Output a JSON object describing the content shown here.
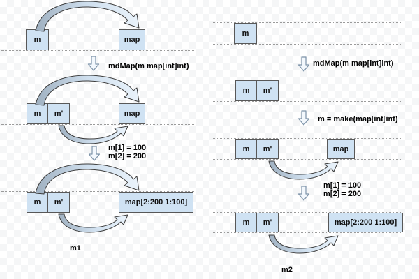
{
  "colors": {
    "box_fill": "#cfe2f3",
    "box_border": "#585858",
    "arrow_gradient_start": "#9fb0c0",
    "arrow_gradient_end": "#eaf3fb",
    "arrow_outline": "#3c3c3c",
    "block_arrow_fill": "#f3f8fd",
    "block_arrow_border": "#7d93a9",
    "dotted_line": "#9b9b9b",
    "checker_gray": "#f5f6f7"
  },
  "left": {
    "caption": "m1",
    "row1_m": "m",
    "row1_map": "map",
    "step1": "mdMap(m map[int]int)",
    "row2_m": "m",
    "row2_mp": "m'",
    "row2_map": "map",
    "assign1": "m[1] = 100",
    "assign2": "m[2] = 200",
    "row3_m": "m",
    "row3_mp": "m'",
    "row3_map": "map[2:200 1:100]"
  },
  "right": {
    "caption": "m2",
    "row1_m": "m",
    "step1": "mdMap(m map[int]int)",
    "row2_m": "m",
    "row2_mp": "m'",
    "step2": "m = make(map[int]int)",
    "row3_m": "m",
    "row3_mp": "m'",
    "row3_map": "map",
    "assign1": "m[1] = 100",
    "assign2": "m[2] = 200",
    "row4_m": "m",
    "row4_mp": "m'",
    "row4_map": "map[2:200 1:100]"
  }
}
